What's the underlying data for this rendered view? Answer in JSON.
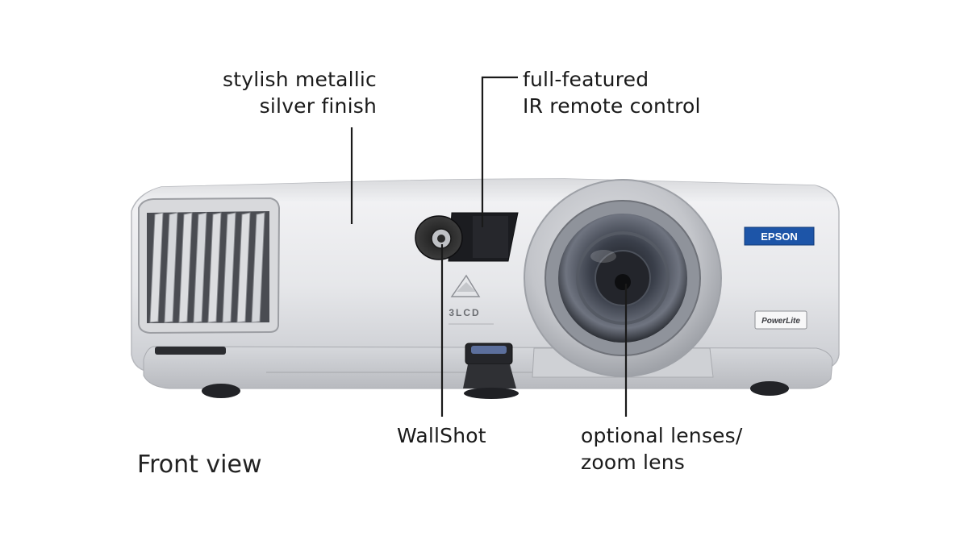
{
  "caption": "Front view",
  "callouts": {
    "finish": [
      "stylish metallic",
      "silver finish"
    ],
    "ir_remote": [
      "full-featured",
      "IR remote control"
    ],
    "wallshot": [
      "WallShot"
    ],
    "lens": [
      "optional lenses/",
      "zoom lens"
    ]
  },
  "projector": {
    "brand_badge": "EPSON",
    "model_badge": "PowerLite",
    "lcd_badge": "3LCD",
    "colors": {
      "body": "#e6e7ea",
      "badge": "#1d55a8",
      "lens_ring": "#b8babf"
    }
  },
  "icons": [
    "vent-grille",
    "ir-sensor",
    "wallshot-button",
    "zoom-lens",
    "adjustable-foot"
  ]
}
